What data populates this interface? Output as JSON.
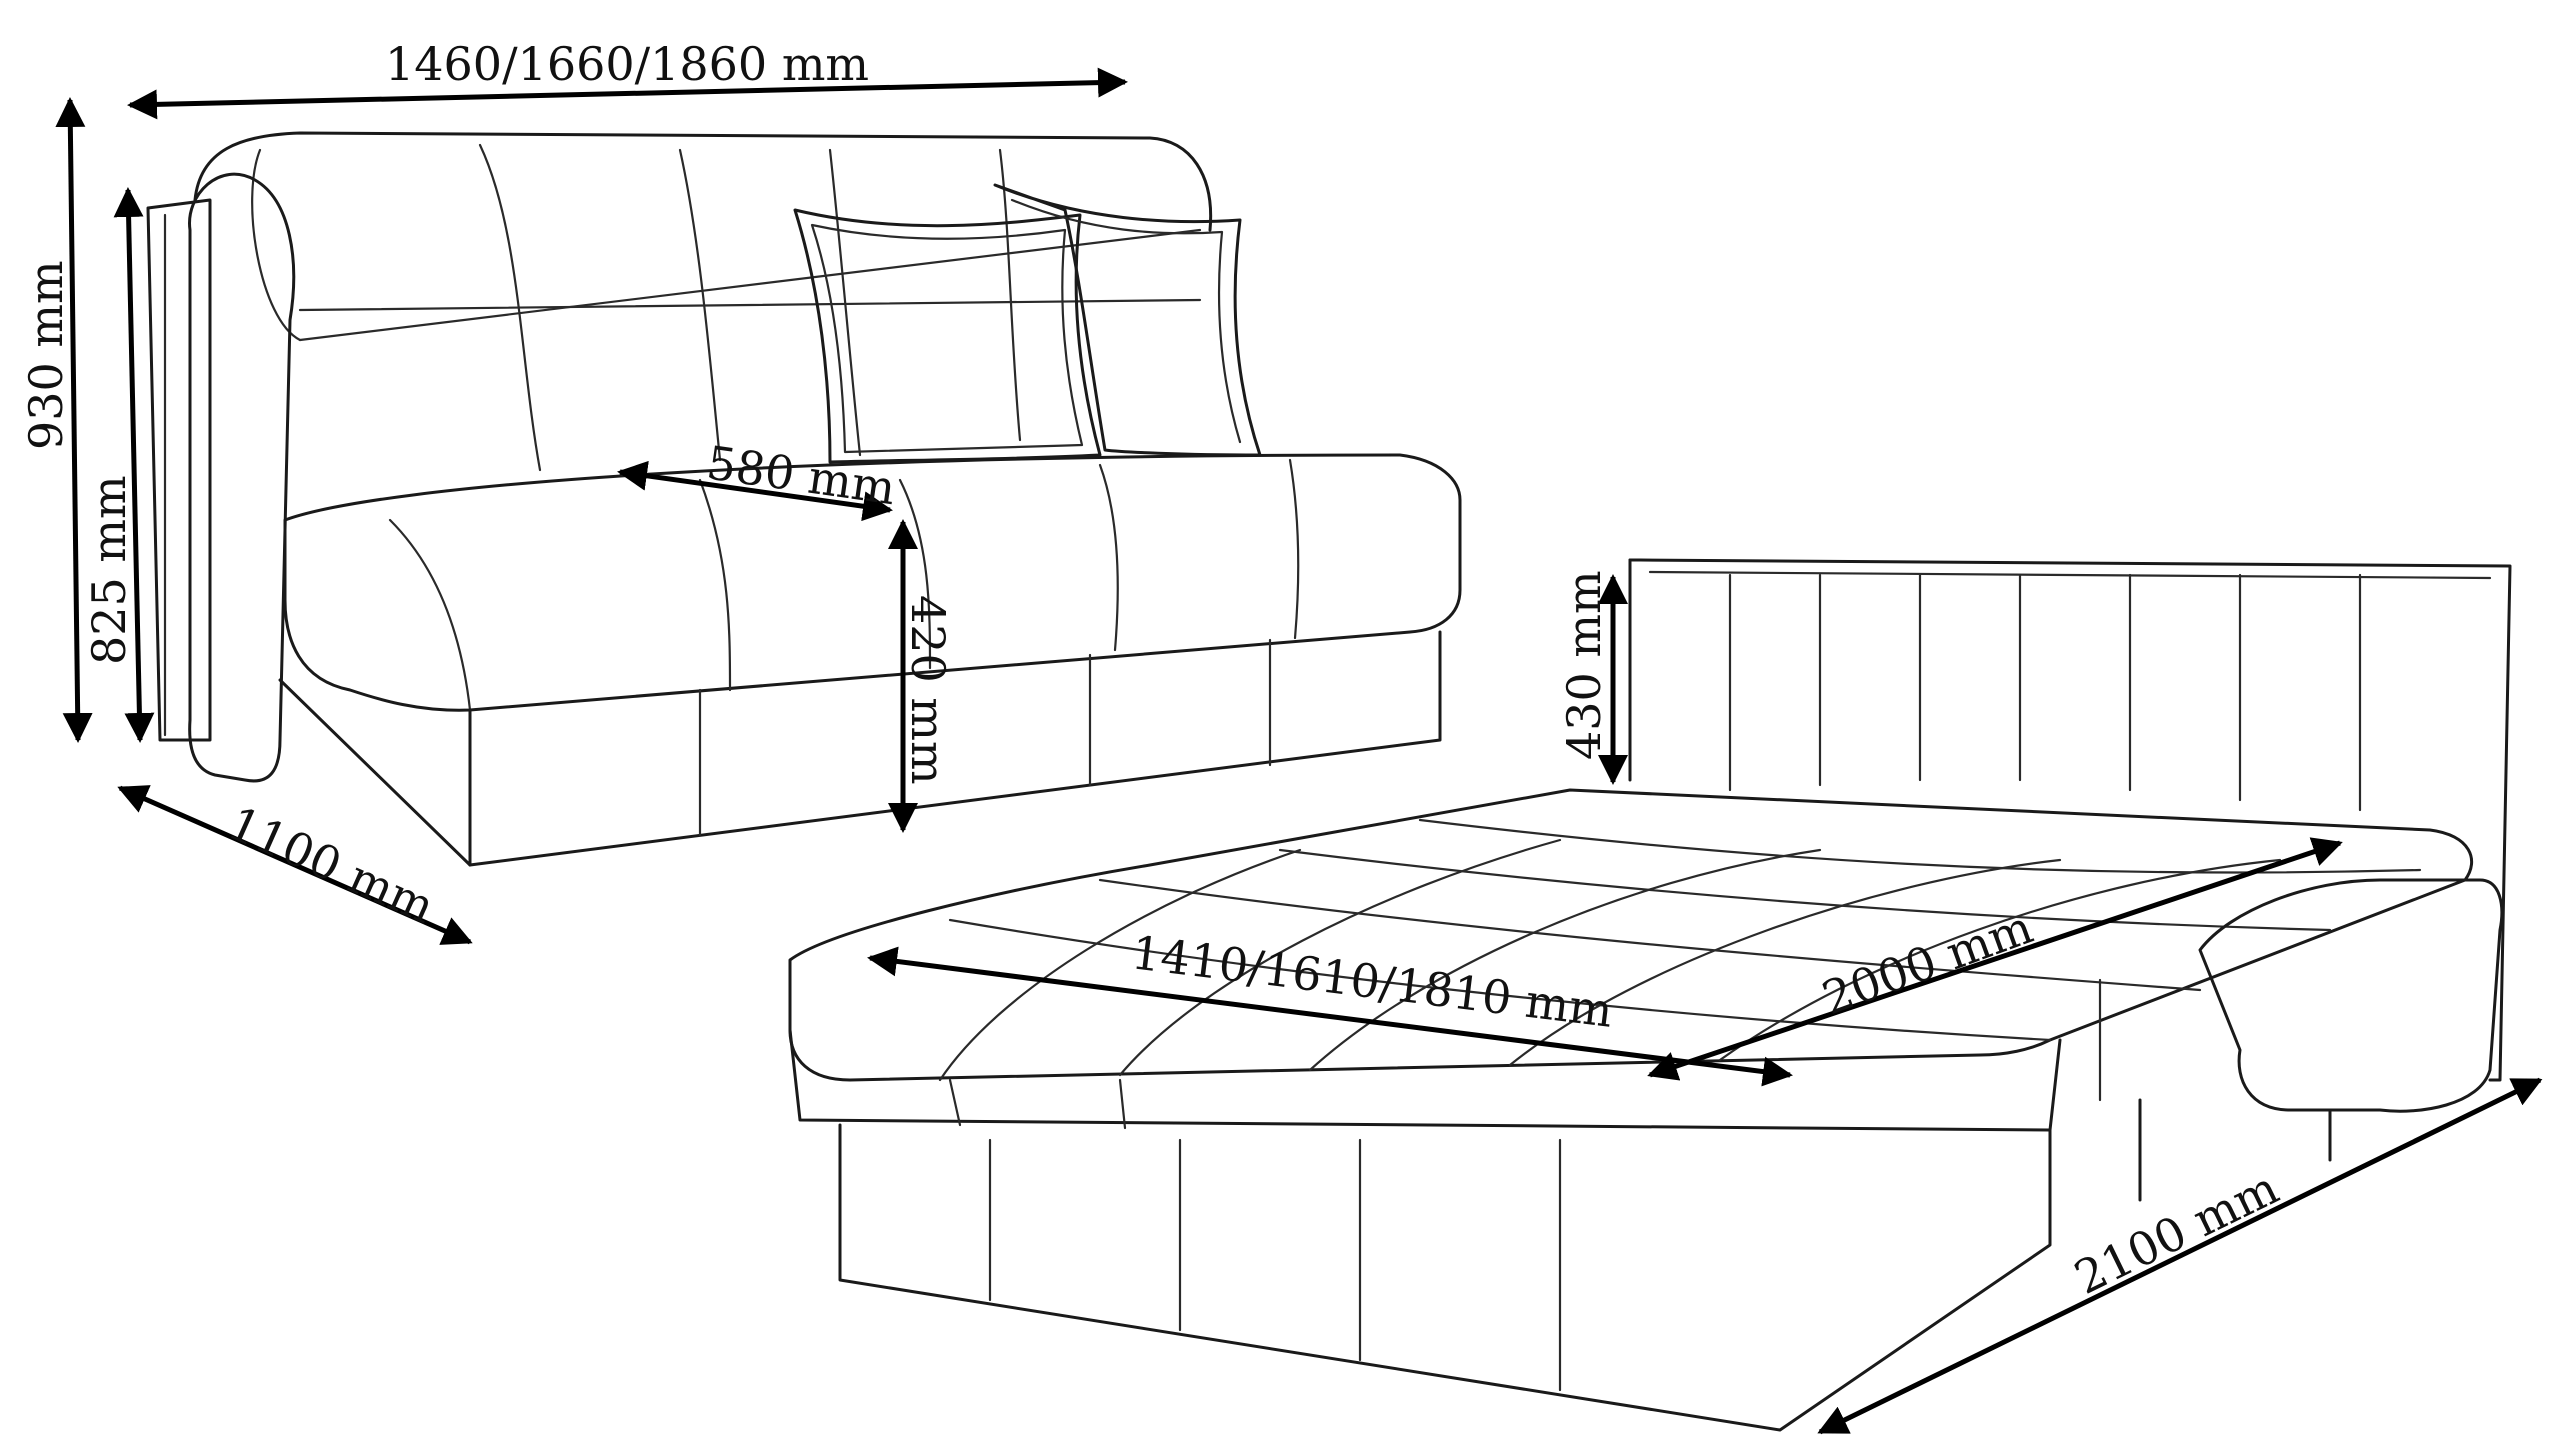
{
  "colors": {
    "line": "#1a1a1a",
    "background": "#ffffff",
    "dimension": "#000000"
  },
  "sofa": {
    "width_label": "1460/1660/1860 mm",
    "height_label": "930 mm",
    "armrest_height_label": "825 mm",
    "depth_label": "1100 mm",
    "seat_depth_label": "580 mm",
    "seat_height_label": "420 mm"
  },
  "bed": {
    "back_height_label": "430 mm",
    "length_label": "2000 mm",
    "width_label": "1410/1610/1810 mm",
    "total_length_label": "2100 mm"
  }
}
